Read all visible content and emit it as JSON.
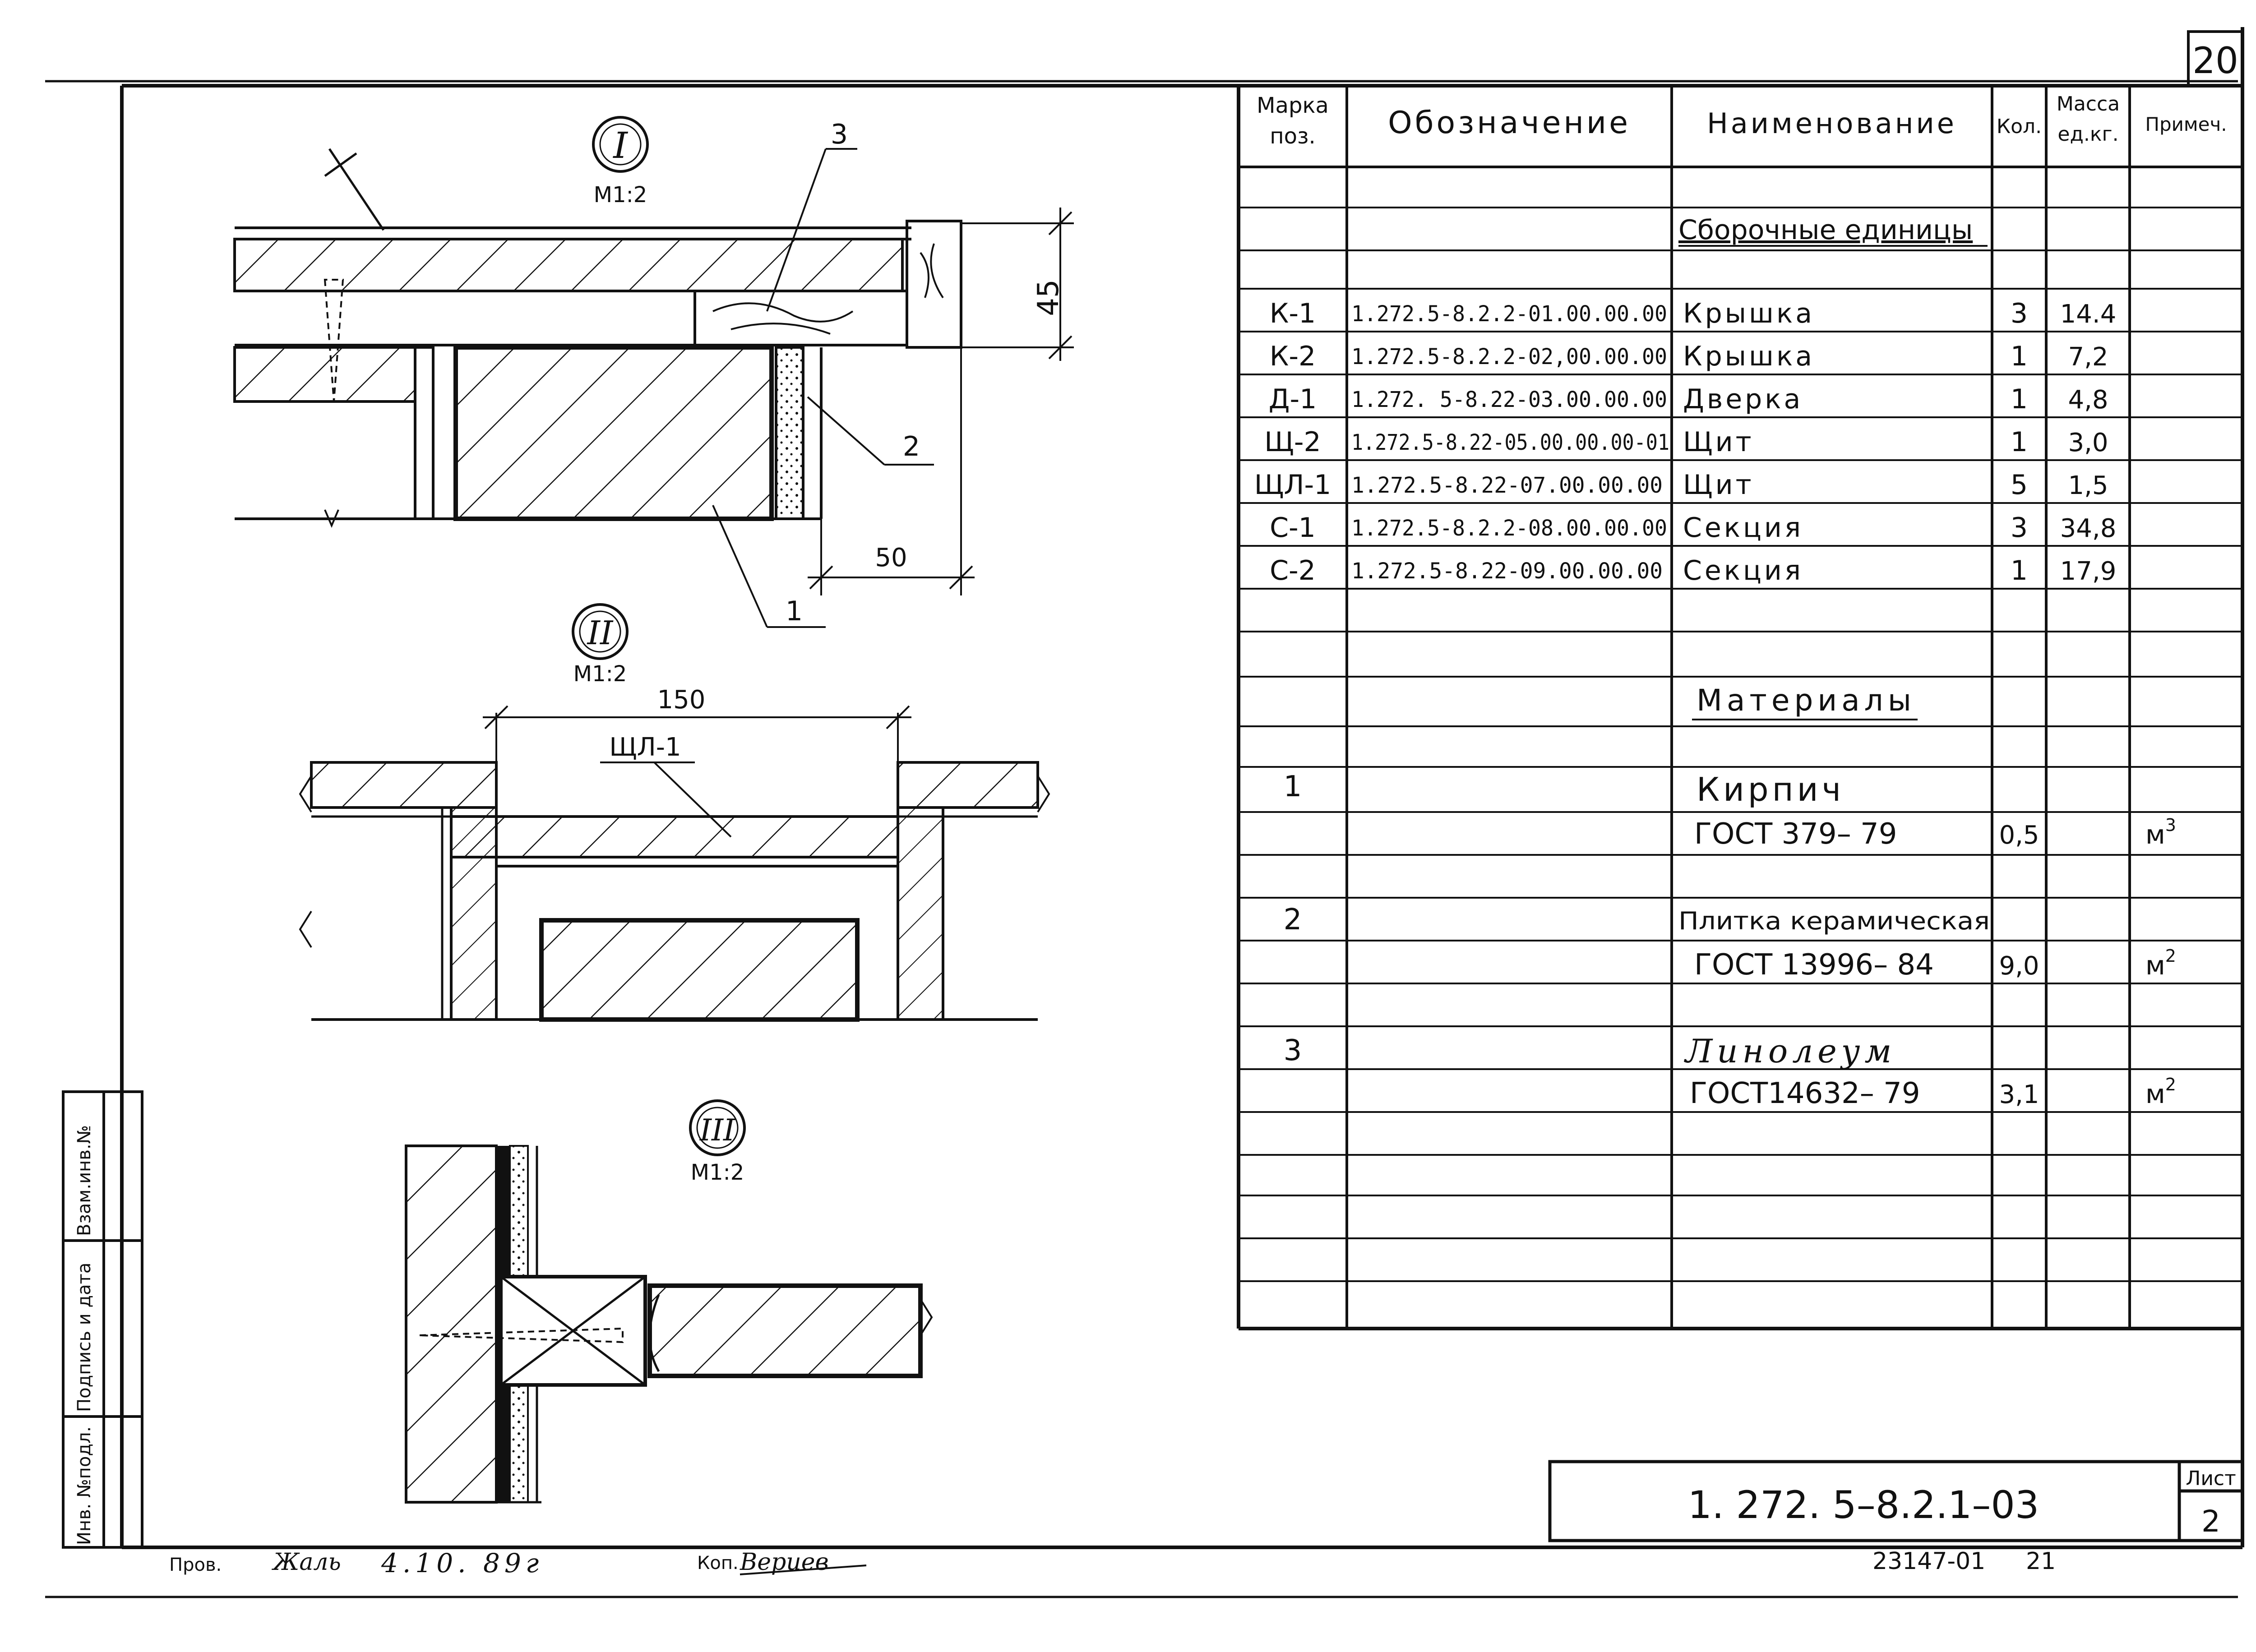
{
  "sheet": {
    "corner_sheet_number": "20",
    "document_code": "1. 272. 5–8.2.1–03",
    "sheet_label": "Лист",
    "sheet_value": "2",
    "archive_number": "23147-01",
    "archive_page": "21",
    "checked_label": "Пров.",
    "checked_name": "Жаль",
    "checked_date": "4.10. 89г",
    "copy_label": "Коп.",
    "copy_name": "Вериев"
  },
  "side_stamp": {
    "inv_no": "Инв. №подл.",
    "signature_date": "Подпись и дата",
    "replace_inv": "Взам.инв.№"
  },
  "details": {
    "d1": {
      "numeral": "I",
      "scale": "М1:2",
      "dim_45": "45",
      "dim_50": "50",
      "callout_1": "1",
      "callout_2": "2",
      "callout_3": "3"
    },
    "d2": {
      "numeral": "II",
      "scale": "М1:2",
      "dim_150": "150",
      "label": "ЩЛ-1"
    },
    "d3": {
      "numeral": "III",
      "scale": "М1:2"
    }
  },
  "table": {
    "headers": {
      "mark": [
        "Марка",
        "поз."
      ],
      "designation": "Обозначение",
      "name": "Наименование",
      "qty": "Кол.",
      "mass": [
        "Масса",
        "ед.кг."
      ],
      "note": "Примеч."
    },
    "section_assembly": "Сборочные единицы",
    "items": [
      {
        "mark": "К-1",
        "designation": "1.272.5-8.2.2-01.00.00.00",
        "name": "Крышка",
        "qty": "3",
        "mass": "14.4"
      },
      {
        "mark": "К-2",
        "designation": "1.272.5-8.2.2-02,00.00.00",
        "name": "Крышка",
        "qty": "1",
        "mass": "7,2"
      },
      {
        "mark": "Д-1",
        "designation": "1.272. 5-8.22-03.00.00.00",
        "name": "Дверка",
        "qty": "1",
        "mass": "4,8"
      },
      {
        "mark": "Щ-2",
        "designation": "1.272.5-8.22-05.00.00.00-01",
        "name": "Щит",
        "qty": "1",
        "mass": "3,0"
      },
      {
        "mark": "ЩЛ-1",
        "designation": "1.272.5-8.22-07.00.00.00",
        "name": "Щит",
        "qty": "5",
        "mass": "1,5"
      },
      {
        "mark": "С-1",
        "designation": "1.272.5-8.2.2-08.00.00.00",
        "name": "Секция",
        "qty": "3",
        "mass": "34,8"
      },
      {
        "mark": "С-2",
        "designation": "1.272.5-8.22-09.00.00.00",
        "name": "Секция",
        "qty": "1",
        "mass": "17,9"
      }
    ],
    "section_materials": "Материалы",
    "materials": [
      {
        "pos": "1",
        "name": "Кирпич",
        "std": "ГОСТ 379– 79",
        "qty": "0,5",
        "note_unit": "м",
        "note_exp": "3"
      },
      {
        "pos": "2",
        "name": "Плитка керамическая",
        "std": "ГОСТ 13996– 84",
        "qty": "9,0",
        "note_unit": "м",
        "note_exp": "2"
      },
      {
        "pos": "3",
        "name": "Линолеум",
        "std": "ГОСТ14632– 79",
        "qty": "3,1",
        "note_unit": "м",
        "note_exp": "2"
      }
    ]
  }
}
